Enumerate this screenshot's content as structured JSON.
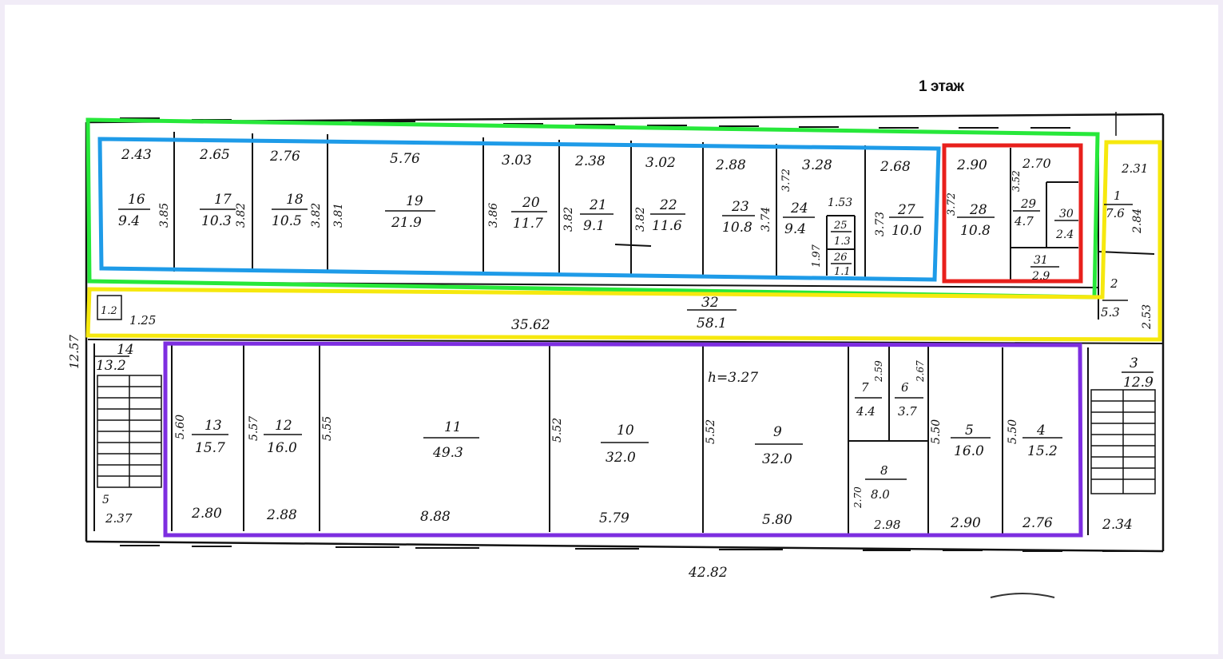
{
  "title": "1 этаж",
  "overall": {
    "length": "42.82",
    "width": "12.57",
    "corridor_length": "35.62"
  },
  "corridor": {
    "num": "32",
    "area": "58.1",
    "dims": [
      "1.25",
      "1.2"
    ]
  },
  "upper_rooms": [
    {
      "num": "16",
      "area": "9.4",
      "w": "2.43",
      "d": "3.85"
    },
    {
      "num": "17",
      "area": "10.3",
      "w": "2.65",
      "d": "3.82"
    },
    {
      "num": "18",
      "area": "10.5",
      "w": "2.76",
      "d": "3.82"
    },
    {
      "num": "19",
      "area": "21.9",
      "w": "5.76",
      "d": "3.81"
    },
    {
      "num": "20",
      "area": "11.7",
      "w": "3.03",
      "d": "3.86"
    },
    {
      "num": "21",
      "area": "9.1",
      "w": "2.38",
      "d": "3.82"
    },
    {
      "num": "22",
      "area": "11.6",
      "w": "3.02",
      "d": "3.82"
    },
    {
      "num": "23",
      "area": "10.8",
      "w": "2.88",
      "d": "3.74"
    },
    {
      "num": "24",
      "area": "9.4",
      "w": "3.28",
      "d": "3.72"
    },
    {
      "num": "25",
      "area": "1.3",
      "w": "1.53",
      "d": "1.97"
    },
    {
      "num": "26",
      "area": "1.1",
      "w": "",
      "d": ""
    },
    {
      "num": "27",
      "area": "10.0",
      "w": "2.68",
      "d": "3.73"
    },
    {
      "num": "28",
      "area": "10.8",
      "w": "2.90",
      "d": "3.72"
    },
    {
      "num": "29",
      "area": "4.7",
      "w": "2.70",
      "d": "3.52"
    },
    {
      "num": "30",
      "area": "2.4",
      "w": "",
      "d": ""
    },
    {
      "num": "31",
      "area": "2.9",
      "w": "",
      "d": ""
    },
    {
      "num": "1",
      "area": "7.6",
      "w": "2.31",
      "d": "2.84"
    },
    {
      "num": "2",
      "area": "5.3",
      "w": "2.53",
      "d": ""
    }
  ],
  "lower_rooms": [
    {
      "num": "14",
      "area": "13.2",
      "w": "2.37",
      "d": "5"
    },
    {
      "num": "13",
      "area": "15.7",
      "w": "2.80",
      "d": "5.60"
    },
    {
      "num": "12",
      "area": "16.0",
      "w": "2.88",
      "d": "5.57"
    },
    {
      "num": "11",
      "area": "49.3",
      "w": "8.88",
      "d": "5.55"
    },
    {
      "num": "10",
      "area": "32.0",
      "w": "5.79",
      "d": "5.52"
    },
    {
      "num": "9",
      "area": "32.0",
      "w": "5.80",
      "d": "5.52"
    },
    {
      "num": "7",
      "area": "4.4",
      "w": "",
      "d": "2.59"
    },
    {
      "num": "6",
      "area": "3.7",
      "w": "",
      "d": "2.67"
    },
    {
      "num": "8",
      "area": "8.0",
      "w": "2.98",
      "d": "2.70"
    },
    {
      "num": "5",
      "area": "16.0",
      "w": "2.90",
      "d": "5.50"
    },
    {
      "num": "4",
      "area": "15.2",
      "w": "2.76",
      "d": "5.50"
    },
    {
      "num": "3",
      "area": "12.9",
      "w": "2.34",
      "d": ""
    }
  ],
  "height_note": "h=3.27",
  "colors": {
    "green": "#27e83a",
    "blue": "#1e9be8",
    "red": "#e8201c",
    "yellow": "#f6e80e",
    "purple": "#7d2ee0",
    "ink": "#111111"
  }
}
